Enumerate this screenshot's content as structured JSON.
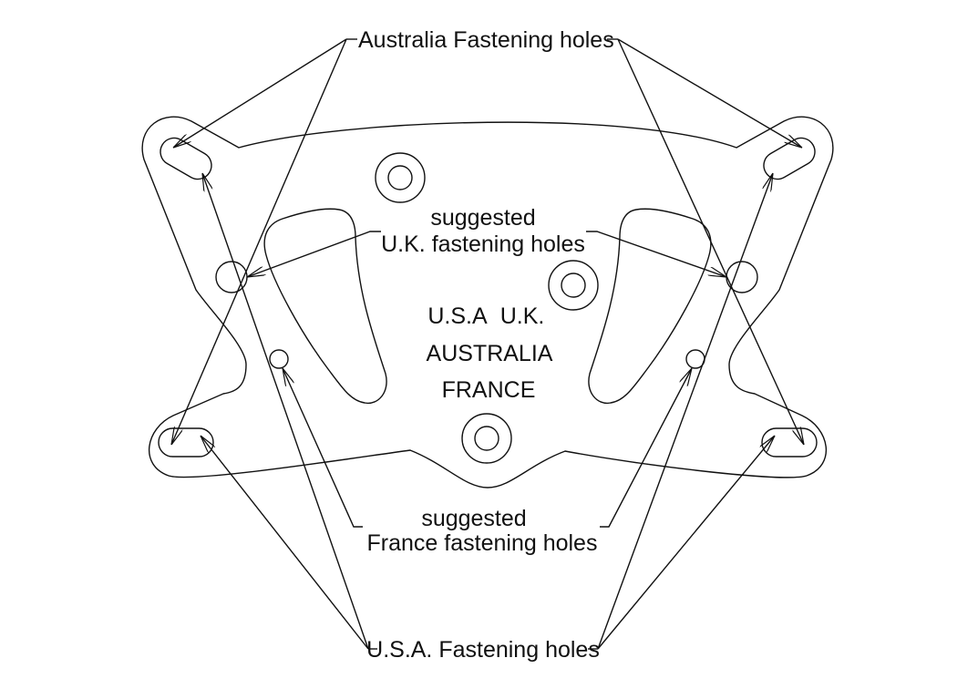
{
  "labels": {
    "australia": "Australia Fastening holes",
    "uk_line1": "suggested",
    "uk_line2": "U.K. fastening holes",
    "france_line1": "suggested",
    "france_line2": "France fastening holes",
    "usa": "U.S.A. Fastening holes"
  },
  "plate_text": {
    "line1_a": "U.S.A",
    "line1_b": "U.K.",
    "line2": "AUSTRALIA",
    "line3": "FRANCE"
  },
  "colors": {
    "line": "#111111",
    "background": "#ffffff"
  }
}
